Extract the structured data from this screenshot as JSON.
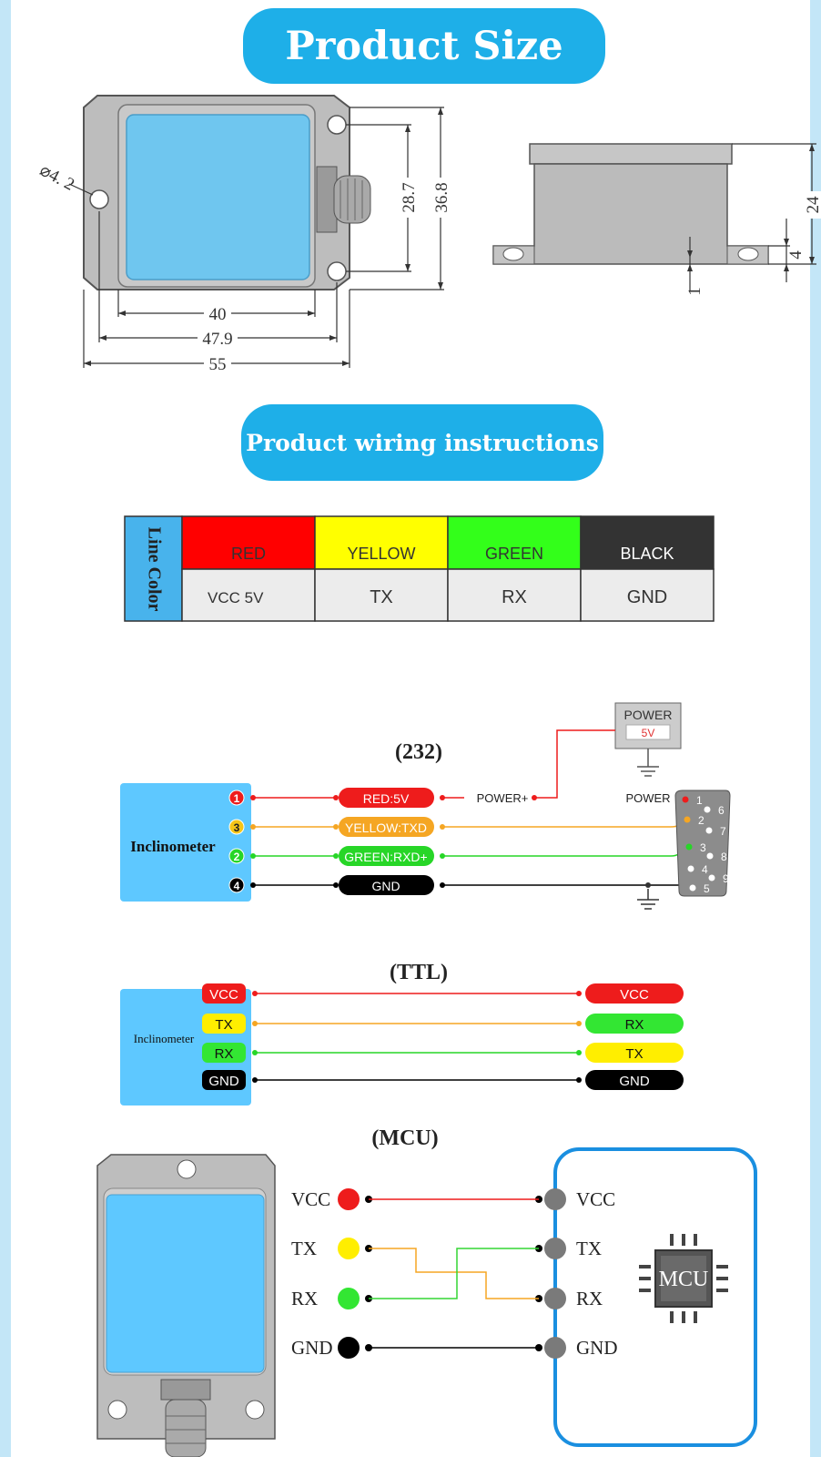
{
  "titles": {
    "product_size": "Product Size",
    "wiring": "Product wiring instructions"
  },
  "dimensions": {
    "hole": "⌀4. 2",
    "w40": "40",
    "w47_9": "47.9",
    "w55": "55",
    "h28_7": "28.7",
    "h36_8": "36.8",
    "h24": "24",
    "h4": "4",
    "h1": "1"
  },
  "color_table": {
    "side_label": "Line Color",
    "colors": [
      {
        "name": "RED",
        "signal": "VCC 5V",
        "hex": "#ff0000"
      },
      {
        "name": "YELLOW",
        "signal": "TX",
        "hex": "#ffff00"
      },
      {
        "name": "GREEN",
        "signal": "RX",
        "hex": "#33ff1a"
      },
      {
        "name": "BLACK",
        "signal": "GND",
        "hex": "#333333"
      }
    ]
  },
  "rs232": {
    "title": "(232)",
    "device": "Inclinometer",
    "pins": [
      {
        "num": "1",
        "label": "RED:5V",
        "color": "#ee1c1c"
      },
      {
        "num": "3",
        "label": "YELLOW:TXD",
        "color": "#f5a623"
      },
      {
        "num": "2",
        "label": "GREEN:RXD+",
        "color": "#27d627"
      },
      {
        "num": "4",
        "label": "GND",
        "color": "#000000"
      }
    ],
    "power_plus": "POWER+",
    "power_box": {
      "title": "POWER",
      "value": "5V"
    },
    "connector_label": "POWER",
    "db9": [
      "1",
      "2",
      "3",
      "4",
      "5",
      "6",
      "7",
      "8",
      "9"
    ]
  },
  "ttl": {
    "title": "(TTL)",
    "device": "Inclinometer",
    "left": [
      {
        "label": "VCC",
        "color": "#ee1c1c"
      },
      {
        "label": "TX",
        "color": "#ffee00"
      },
      {
        "label": "RX",
        "color": "#33e633"
      },
      {
        "label": "GND",
        "color": "#000000"
      }
    ],
    "right": [
      {
        "label": "VCC",
        "color": "#ee1c1c"
      },
      {
        "label": "RX",
        "color": "#33e633"
      },
      {
        "label": "TX",
        "color": "#ffee00"
      },
      {
        "label": "GND",
        "color": "#000000"
      }
    ]
  },
  "mcu": {
    "title": "(MCU)",
    "left": [
      "VCC",
      "TX",
      "RX",
      "GND"
    ],
    "right": [
      "VCC",
      "TX",
      "RX",
      "GND"
    ],
    "chip": "MCU"
  },
  "colors": {
    "accent": "#1eafe8",
    "sensor_face": "#5ec8ff",
    "sensor_body": "#b9b9b9"
  }
}
